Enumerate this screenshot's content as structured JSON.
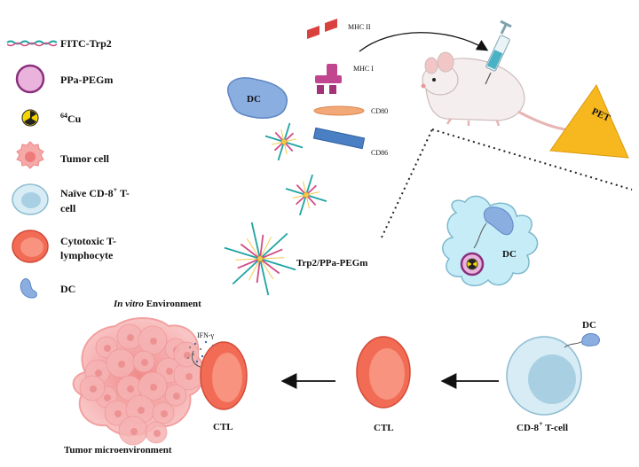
{
  "legend": {
    "fitc": "FITC-Trp2",
    "ppa": "PPa-PEGm",
    "cu_sup": "64",
    "cu": "Cu",
    "tumor": "Tumor cell",
    "naive_line1": "Naïve CD-8",
    "naive_sup": "+",
    "naive_suffix": " T-",
    "naive_line2": "cell",
    "ctl_line1": "Cytotoxic T-",
    "ctl_line2": "lymphocyte",
    "dc": "DC"
  },
  "labels": {
    "dc_main": "DC",
    "mhc2": "MHC II",
    "mhc1": "MHC I",
    "cd80": "CD80",
    "cd86": "CD86",
    "pet": "PET",
    "trp2": "Trp2/PPa-PEGm",
    "dc_inset": "DC",
    "in_vitro_italic": "In vitro",
    "in_vitro_rest": " Environment",
    "ifn": "IFN-γ",
    "dc_small": "DC",
    "ctl1": "CTL",
    "ctl2": "CTL",
    "cd8_prefix": "CD-8",
    "cd8_sup": "+",
    "cd8_suffix": " T-cell",
    "tumor_env": "Tumor microenvironment"
  },
  "colors": {
    "dc": "#8aaee0",
    "tumor": "#f4a6a6",
    "ctl": "#f26b55",
    "naive": "#c6e3ef",
    "ppa": "#d98ac4",
    "pet": "#f7b81f",
    "mhc2": "#d9413e",
    "mhc1": "#c2458f",
    "cd80": "#f3a878",
    "cd86": "#4a7fc4"
  }
}
